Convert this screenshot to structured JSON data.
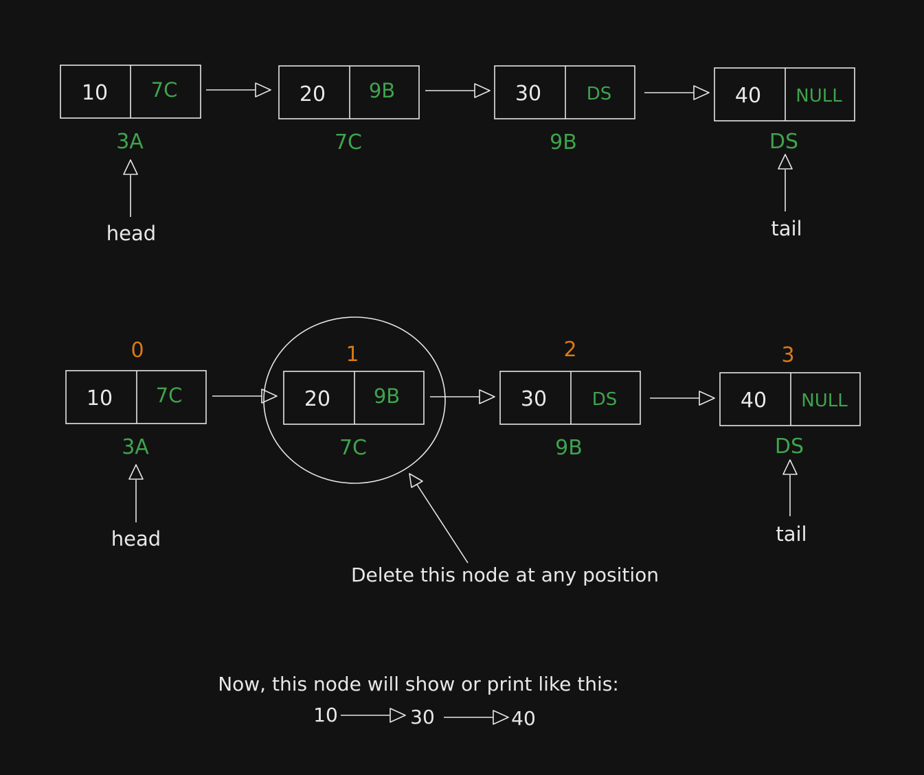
{
  "colors": {
    "background": "#121212",
    "stroke": "#e6e6e6",
    "text": "#e8e8e8",
    "address": "#3fa34d",
    "index": "#d97a16"
  },
  "top_list": {
    "nodes": [
      {
        "data": "10",
        "next": "7C",
        "address": "3A"
      },
      {
        "data": "20",
        "next": "9B",
        "address": "7C"
      },
      {
        "data": "30",
        "next": "DS",
        "address": "9B"
      },
      {
        "data": "40",
        "next": "NULL",
        "address": "DS"
      }
    ],
    "head_label": "head",
    "tail_label": "tail"
  },
  "bottom_list": {
    "indices": [
      "0",
      "1",
      "2",
      "3"
    ],
    "nodes": [
      {
        "data": "10",
        "next": "7C",
        "address": "3A"
      },
      {
        "data": "20",
        "next": "9B",
        "address": "7C"
      },
      {
        "data": "30",
        "next": "DS",
        "address": "9B"
      },
      {
        "data": "40",
        "next": "NULL",
        "address": "DS"
      }
    ],
    "head_label": "head",
    "tail_label": "tail",
    "delete_note": "Delete this node at any position"
  },
  "result": {
    "caption": "Now, this node will show or print like this:",
    "values": [
      "10",
      "30",
      "40"
    ]
  }
}
